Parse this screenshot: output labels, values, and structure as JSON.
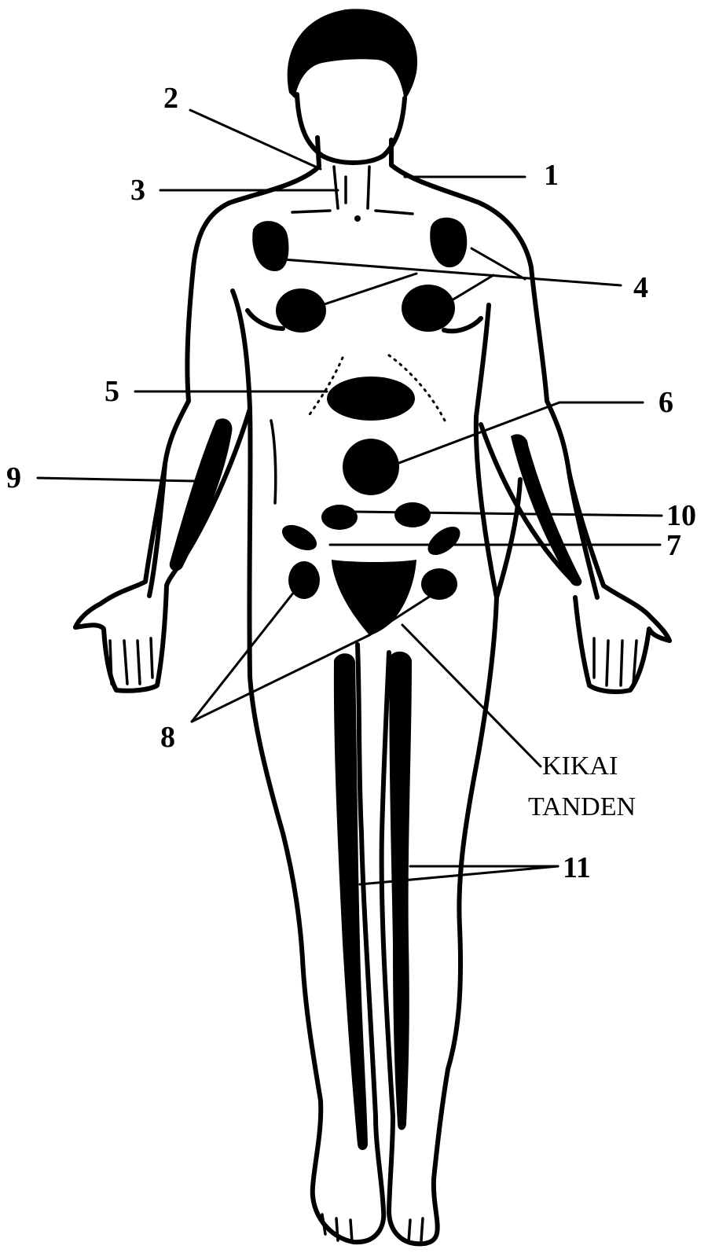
{
  "labels": {
    "l1": "1",
    "l2": "2",
    "l3": "3",
    "l4": "4",
    "l5": "5",
    "l6": "6",
    "l7": "7",
    "l8": "8",
    "l9": "9",
    "l10": "10",
    "l11": "11",
    "kikai": "KIKAI",
    "tanden": "TANDEN"
  },
  "colors": {
    "ink": "#000000",
    "paper": "#ffffff"
  }
}
